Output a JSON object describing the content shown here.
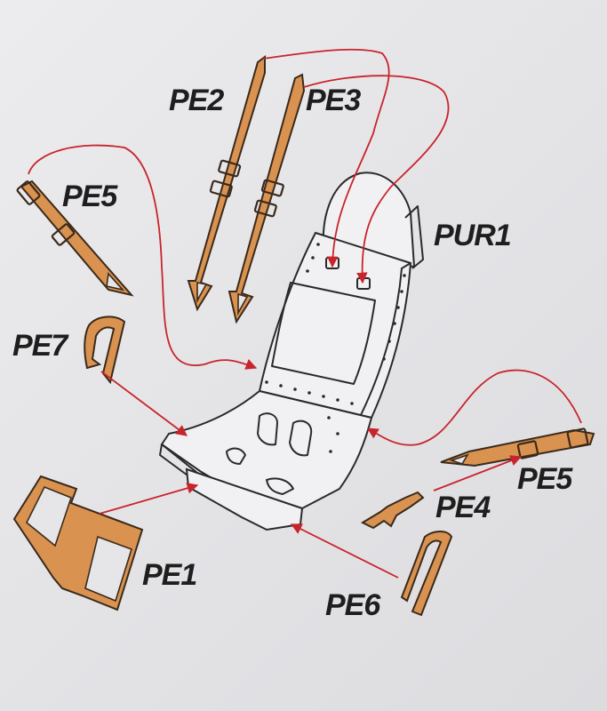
{
  "labels": {
    "pe2": "PE2",
    "pe3": "PE3",
    "pur1": "PUR1",
    "pe5_left": "PE5",
    "pe7": "PE7",
    "pe5_right": "PE5",
    "pe4": "PE4",
    "pe1": "PE1",
    "pe6": "PE6"
  },
  "colors": {
    "part": "#d9924f",
    "leader": "#c8242b",
    "outline": "#2a2a2a",
    "label": "#1e1e1e"
  }
}
